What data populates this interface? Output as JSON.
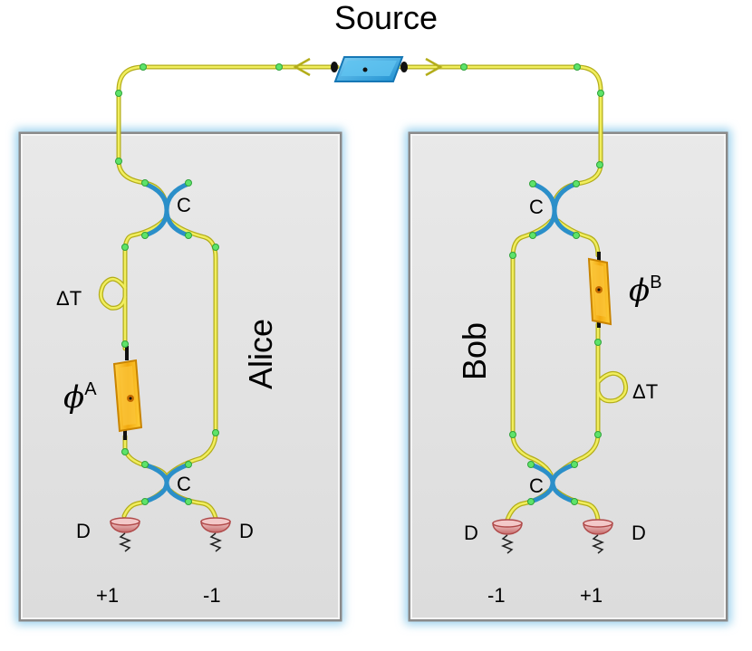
{
  "title": "Source",
  "alice": {
    "name": "Alice",
    "coupler_top": "C",
    "coupler_bottom": "C",
    "delay": "ΔT",
    "phase_symbol": "ϕ",
    "phase_superscript": "A",
    "detector_left": "D",
    "detector_right": "D",
    "outcome_left": "+1",
    "outcome_right": "-1"
  },
  "bob": {
    "name": "Bob",
    "coupler_top": "C",
    "coupler_bottom": "C",
    "delay": "ΔT",
    "phase_symbol": "ϕ",
    "phase_superscript": "B",
    "detector_left": "D",
    "detector_right": "D",
    "outcome_left": "-1",
    "outcome_right": "+1"
  },
  "colors": {
    "fiber": "#ece84a",
    "fiber_edge": "#b3ad1a",
    "coupler": "#2b8fc9",
    "connector": "#5ee36a",
    "phase_shifter": "#f5b418",
    "source": "#39a8e6",
    "detector": "#d88a8a",
    "panel": "#e4e4e4",
    "panel_glow": "#9fd3ee"
  }
}
